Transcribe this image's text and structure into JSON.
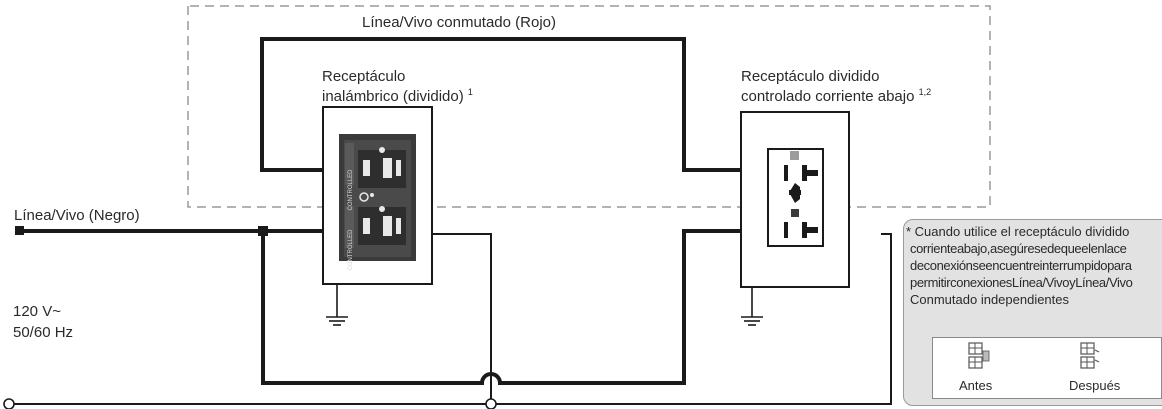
{
  "labels": {
    "switched_line": "Línea/Vivo conmutado (Rojo)",
    "wireless_receptacle_line1": "Receptáculo",
    "wireless_receptacle_line2": "inalámbrico (dividido)",
    "wireless_receptacle_sup": "1",
    "split_receptacle_line1": "Receptáculo dividido",
    "split_receptacle_line2": "controlado corriente abajo",
    "split_receptacle_sup": "1,2",
    "line_hot": "Línea/Vivo (Negro)",
    "voltage": "120 V~",
    "frequency": "50/60 Hz",
    "device_marking": "CONTROLLED"
  },
  "note": {
    "lines": [
      "* Cuando utilice el receptáculo dividido",
      "corrienteabajo,asegúresedequeelenlace",
      "deconexiónseencuentreinterrumpidopara",
      "permitirconexionesLínea/VivoyLínea/Vivo",
      "Conmutado independientes"
    ],
    "before_label": "Antes",
    "after_label": "Después"
  }
}
